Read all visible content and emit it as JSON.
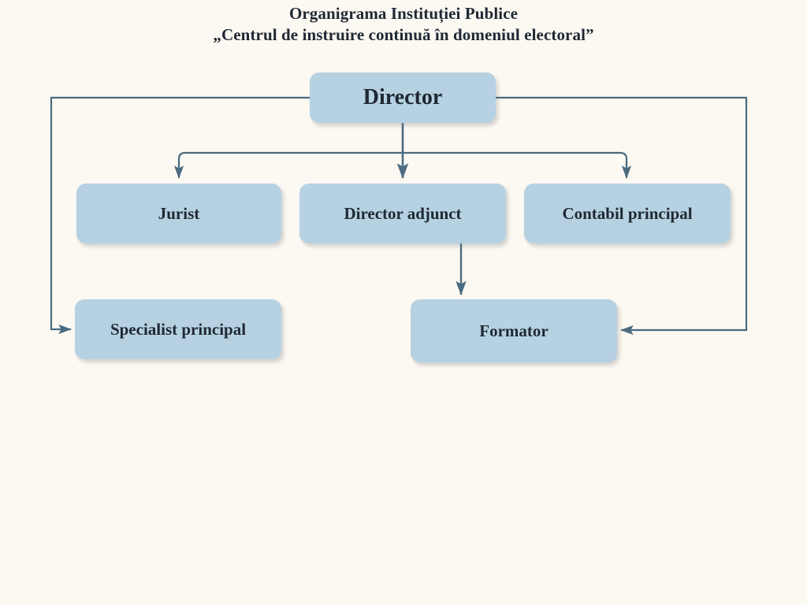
{
  "title": {
    "line1": "Organigrama Instituției Publice",
    "line2": "„Centrul de instruire continuă în domeniul electoral”"
  },
  "colors": {
    "background": "#fcf8f2",
    "node_fill": "#b6d2e2",
    "node_text": "#1f2833",
    "connector": "#4a6b80",
    "title_text": "#1f2833"
  },
  "chart_data": {
    "type": "diagram",
    "diagram_kind": "org-chart",
    "title": "Organigrama Instituției Publice „Centrul de instruire continuă în domeniul electoral”",
    "nodes": [
      {
        "id": "director",
        "label": "Director",
        "level": 0
      },
      {
        "id": "jurist",
        "label": "Jurist",
        "level": 1
      },
      {
        "id": "director_adjunct",
        "label": "Director adjunct",
        "level": 1
      },
      {
        "id": "contabil_principal",
        "label": "Contabil principal",
        "level": 1
      },
      {
        "id": "specialist_principal",
        "label": "Specialist principal",
        "level": 2
      },
      {
        "id": "formator",
        "label": "Formator",
        "level": 2
      }
    ],
    "edges": [
      {
        "from": "director",
        "to": "jurist",
        "style": "elbow-down",
        "arrow": true
      },
      {
        "from": "director",
        "to": "director_adjunct",
        "style": "straight-down",
        "arrow": true
      },
      {
        "from": "director",
        "to": "contabil_principal",
        "style": "elbow-down",
        "arrow": true
      },
      {
        "from": "director",
        "to": "specialist_principal",
        "style": "left-wrap",
        "arrow": true
      },
      {
        "from": "director",
        "to": "formator",
        "style": "right-wrap",
        "arrow": true
      },
      {
        "from": "director_adjunct",
        "to": "formator",
        "style": "straight-down",
        "arrow": true
      }
    ]
  },
  "nodes": {
    "director": {
      "label": "Director"
    },
    "jurist": {
      "label": "Jurist"
    },
    "director_adjunct": {
      "label": "Director adjunct"
    },
    "contabil_principal": {
      "label": "Contabil principal"
    },
    "specialist_principal": {
      "label": "Specialist principal"
    },
    "formator": {
      "label": "Formator"
    }
  }
}
